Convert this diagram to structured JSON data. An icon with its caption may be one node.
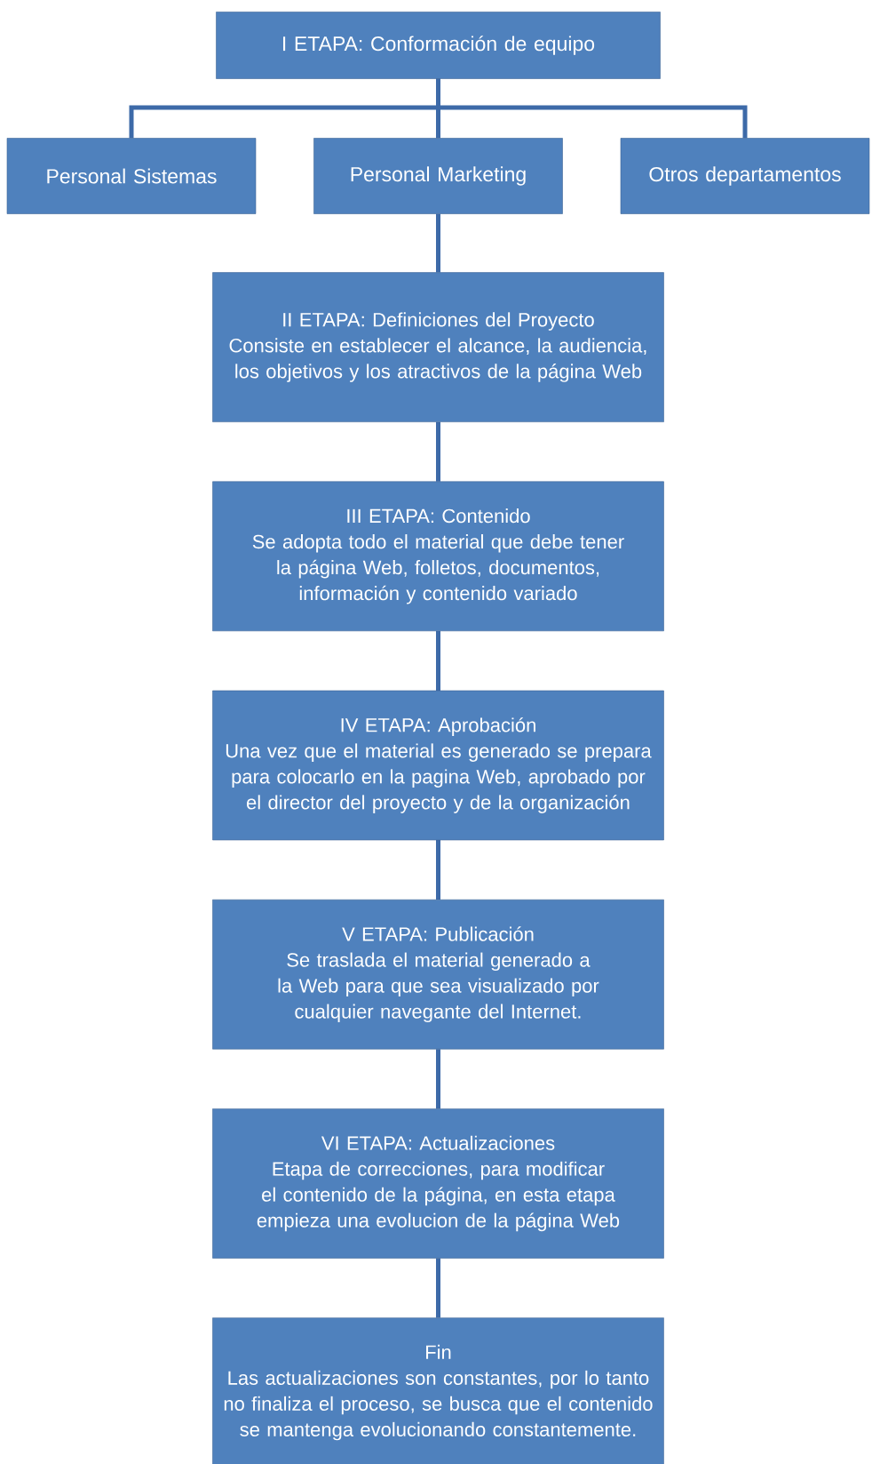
{
  "diagram": {
    "nodes": [
      {
        "text": [
          "I ETAPA: Conformación de equipo"
        ]
      },
      {
        "text": [
          "Personal Sistemas"
        ]
      },
      {
        "text": [
          "Personal Marketing"
        ]
      },
      {
        "text": [
          "Otros departamentos"
        ]
      },
      {
        "text": [
          "II ETAPA: Definiciones del Proyecto",
          "Consiste en establecer el alcance, la audiencia, los objetivos y los atractivos de la página Web"
        ]
      },
      {
        "text": [
          "III ETAPA: Contenido",
          "Se adopta todo el material que debe tener la página Web, folletos, documentos, información y contenido variado"
        ]
      },
      {
        "text": [
          "IV ETAPA: Aprobación",
          "Una vez que el material es generado se prepara para colocarlo en la pagina Web, aprobado por el director del proyecto y de la organización"
        ]
      },
      {
        "text": [
          "V ETAPA: Publicación",
          "Se traslada el material generado a la Web para que sea visualizado por cualquier navegante del Internet."
        ]
      },
      {
        "text": [
          "VI ETAPA: Actualizaciones",
          "Etapa de correcciones, para modificar el contenido de la página, en esta etapa empieza una evolucion de la página Web"
        ]
      },
      {
        "text": [
          "Fin",
          "Las actualizaciones son constantes, por lo tanto no finaliza el proceso, se busca que el contenido se mantenga evolucionando constantemente."
        ]
      }
    ],
    "edges": [
      {
        "from": 0,
        "to": 1,
        "arrow": "none"
      },
      {
        "from": 0,
        "to": 2,
        "arrow": "none"
      },
      {
        "from": 0,
        "to": 3,
        "arrow": "none"
      },
      {
        "from": 2,
        "to": 4,
        "arrow": "none"
      },
      {
        "from": 4,
        "to": 5,
        "arrow": "none"
      },
      {
        "from": 5,
        "to": 6,
        "arrow": "none"
      },
      {
        "from": 6,
        "to": 7,
        "arrow": "none"
      },
      {
        "from": 7,
        "to": 8,
        "arrow": "none"
      },
      {
        "from": 8,
        "to": 9,
        "arrow": "none"
      }
    ]
  }
}
